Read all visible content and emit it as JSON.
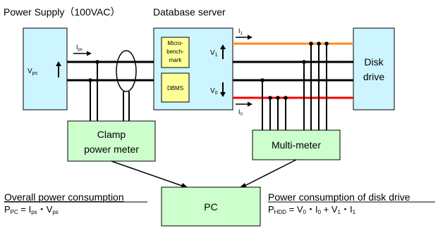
{
  "labels": {
    "power_supply": "Power Supply（100VAC）",
    "database_server": "Database server",
    "vps": "V",
    "vps_sub": "ps",
    "ips": "I",
    "ips_sub": "ps",
    "microbench_line1": "Micro-",
    "microbench_line2": "bench-",
    "microbench_line3": "mark",
    "dbms": "DBMS",
    "v1": "V",
    "v1_sub": "1",
    "v0": "V",
    "v0_sub": "0",
    "i1": "I",
    "i1_sub": "1",
    "i0": "I",
    "i0_sub": "0",
    "disk_drive_line1": "Disk",
    "disk_drive_line2": "drive",
    "clamp_line1": "Clamp",
    "clamp_line2": "power meter",
    "multimeter": "Multi-meter",
    "pc": "PC"
  },
  "formulas": {
    "overall_title": "Overall power consumption",
    "overall_p": "P",
    "overall_p_sub": "PC",
    "overall_eq": " = I",
    "overall_i_sub": "ps",
    "overall_dot": "・V",
    "overall_v_sub": "ps",
    "disk_title": "Power consumption of disk drive",
    "disk_p": "P",
    "disk_p_sub": "HDD",
    "disk_eq1": " = V",
    "disk_v0_sub": "0",
    "disk_dot1": "・I",
    "disk_i0_sub": "0",
    "disk_plus": " + V",
    "disk_v1_sub": "1",
    "disk_dot2": "・I",
    "disk_i1_sub": "1"
  },
  "colors": {
    "box_fill": "#ccf5ff",
    "meter_fill": "#ccffcc",
    "module_fill": "#ffff99",
    "orange_line": "#ff8c1a",
    "red_line": "#ff0000"
  }
}
